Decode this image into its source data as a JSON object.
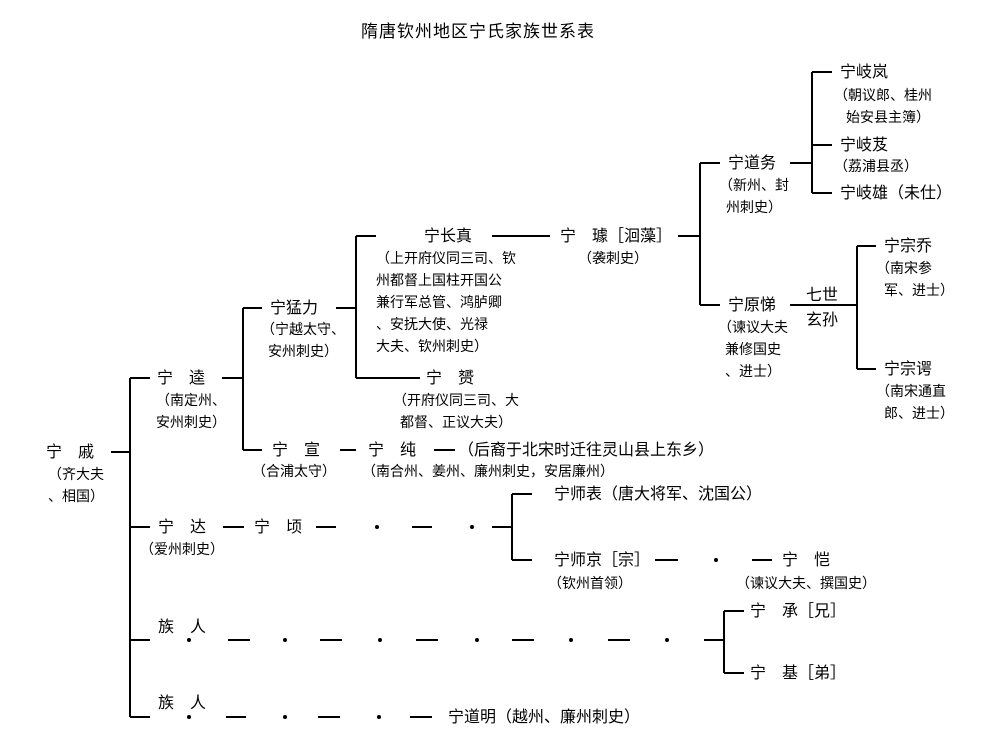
{
  "title": "隋唐钦州地区宁氏家族世系表",
  "people": {
    "ning_qi": {
      "name": "宁　戚",
      "note": [
        "（齐大夫",
        "、相国）"
      ]
    },
    "ning_kui": {
      "name": "宁　逵",
      "note": [
        "（南定州、",
        "安州刺史）"
      ]
    },
    "ning_da": {
      "name": "宁　达",
      "note": [
        "（爱州刺史）"
      ]
    },
    "zuren1": {
      "name": "族　人"
    },
    "zuren2": {
      "name": "族　人"
    },
    "ning_mengli": {
      "name": "宁猛力",
      "note": [
        "（宁越太守、",
        "安州刺史）"
      ]
    },
    "ning_xuan": {
      "name": "宁　宣",
      "note": [
        "（合浦太守）"
      ]
    },
    "ning_chun": {
      "name": "宁　纯",
      "note": [
        "（南合州、姜州、廉州刺史，安居廉州）"
      ]
    },
    "chun_desc": {
      "name": "（后裔于北宋时迁往灵山县上东乡）"
    },
    "ning_changzhen": {
      "name": "宁长真",
      "note": [
        "（上开府仪同三司、钦",
        "州都督上国柱开国公",
        "兼行军总管、鸿胪卿",
        "、安抚大使、光禄",
        "大夫、钦州刺史）"
      ]
    },
    "ning_zan": {
      "name": "宁　赟",
      "note": [
        "（开府仪同三司、大",
        "都督、正议大夫）"
      ]
    },
    "ning_ju": {
      "name": "宁　璩［洄藻］",
      "note": [
        "（袭刺史）"
      ]
    },
    "ning_daowu": {
      "name": "宁道务",
      "note": [
        "（新州、封",
        "州刺史）"
      ]
    },
    "ning_yuanti": {
      "name": "宁原悌",
      "note": [
        "（谏议大夫",
        "兼修国史",
        "、进士）"
      ]
    },
    "qishi": {
      "line1": "七世",
      "line2": "玄孙"
    },
    "ning_qilan": {
      "name": "宁岐岚",
      "note": [
        "（朝议郎、桂州",
        "始安县主簿）"
      ]
    },
    "ning_qiji": {
      "name": "宁岐芨",
      "note": [
        "（荔浦县丞）"
      ]
    },
    "ning_qixiong": {
      "name": "宁岐雄（未仕）"
    },
    "ning_zongqiao": {
      "name": "宁宗乔",
      "note": [
        "（南宋参",
        "军、进士）"
      ]
    },
    "ning_zongwan": {
      "name": "宁宗谔",
      "note": [
        "（南宋通直",
        "郎、进士）"
      ]
    },
    "ning_qing": {
      "name": "宁　顷"
    },
    "ning_shibiao": {
      "name": "宁师表（唐大将军、沈国公）"
    },
    "ning_shijing": {
      "name": "宁师京［宗］",
      "note": [
        "（钦州首领）"
      ]
    },
    "ning_kai": {
      "name": "宁　恺",
      "note": [
        "（谏议大夫、撰国史）"
      ]
    },
    "ning_cheng": {
      "name": "宁　承［兄］"
    },
    "ning_ji": {
      "name": "宁　基［弟］"
    },
    "ning_daoming": {
      "name": "宁道明（越州、廉州刺史）"
    }
  }
}
